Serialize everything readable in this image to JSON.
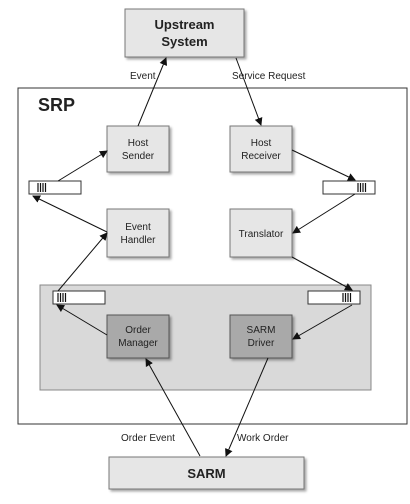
{
  "diagram": {
    "upstream": {
      "line1": "Upstream",
      "line2": "System"
    },
    "srp_title": "SRP",
    "host_sender": {
      "line1": "Host",
      "line2": "Sender"
    },
    "host_receiver": {
      "line1": "Host",
      "line2": "Receiver"
    },
    "event_handler": {
      "line1": "Event",
      "line2": "Handler"
    },
    "translator": "Translator",
    "order_manager": {
      "line1": "Order",
      "line2": "Manager"
    },
    "sarm_driver": {
      "line1": "SARM",
      "line2": "Driver"
    },
    "sarm": "SARM",
    "edges": {
      "event": "Event",
      "service_request": "Service Request",
      "order_event": "Order Event",
      "work_order": "Work Order"
    }
  },
  "colors": {
    "box_fill": "#e6e6e6",
    "inner_box_fill": "#a9a9a9",
    "inner_area_fill": "#d9d9d9",
    "stroke": "#444444"
  }
}
